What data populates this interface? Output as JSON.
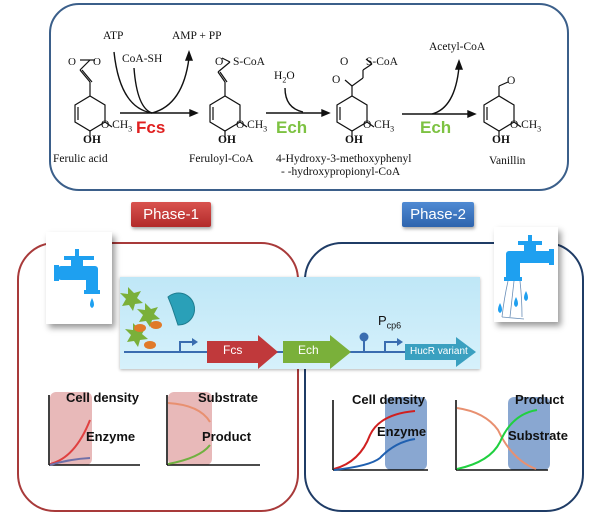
{
  "reaction": {
    "compounds": [
      {
        "name": "Ferulic acid"
      },
      {
        "name": "Feruloyl-CoA"
      },
      {
        "name_line1": "4-Hydroxy-3-methoxyphenyl",
        "name_line2": "-  -hydroxypropionyl-CoA"
      },
      {
        "name": "Vanillin"
      }
    ],
    "groups": {
      "carboxyl": "O",
      "carboxyl2": "O",
      "s_coa": "S-CoA",
      "methoxy": "O CH",
      "methoxy_sub": "3",
      "hydroxyl": "OH",
      "oxo": "O",
      "aldehyde": "O"
    },
    "step1": {
      "enzyme": "Fcs",
      "enzyme_color": "#e02020",
      "inputs": [
        "ATP",
        "CoA-SH"
      ],
      "output": "AMP + PP"
    },
    "step2": {
      "enzyme": "Ech",
      "enzyme_color": "#7dc242",
      "input": "H",
      "input_sub": "2",
      "input_tail": "O"
    },
    "step3": {
      "enzyme": "Ech",
      "enzyme_color": "#7dc242",
      "output": "Acetyl-CoA"
    }
  },
  "phases": [
    {
      "label": "Phase-1",
      "color": "#c93a3a"
    },
    {
      "label": "Phase-2",
      "color": "#3b74be"
    }
  ],
  "operon": {
    "genes": [
      {
        "label": "Fcs",
        "color": "#c0393b"
      },
      {
        "label": "Ech",
        "color": "#7ab03a"
      },
      {
        "label": "HucR variant",
        "color": "#3aa0c0"
      }
    ],
    "promoter_label": "P",
    "promoter_sub": "cp6"
  },
  "graphs": {
    "phase1": {
      "growth": {
        "label1": "Cell density",
        "label2": "Enzyme",
        "highlight_color": "#d98b8b"
      },
      "conversion": {
        "label1": "Substrate",
        "label2": "Product",
        "highlight_color": "#d98b8b"
      }
    },
    "phase2": {
      "growth": {
        "label1": "Cell density",
        "label2": "Enzyme",
        "highlight_color": "#4a78b8"
      },
      "conversion": {
        "label1": "Product",
        "label2": "Substrate",
        "highlight_color": "#4a78b8"
      }
    }
  }
}
